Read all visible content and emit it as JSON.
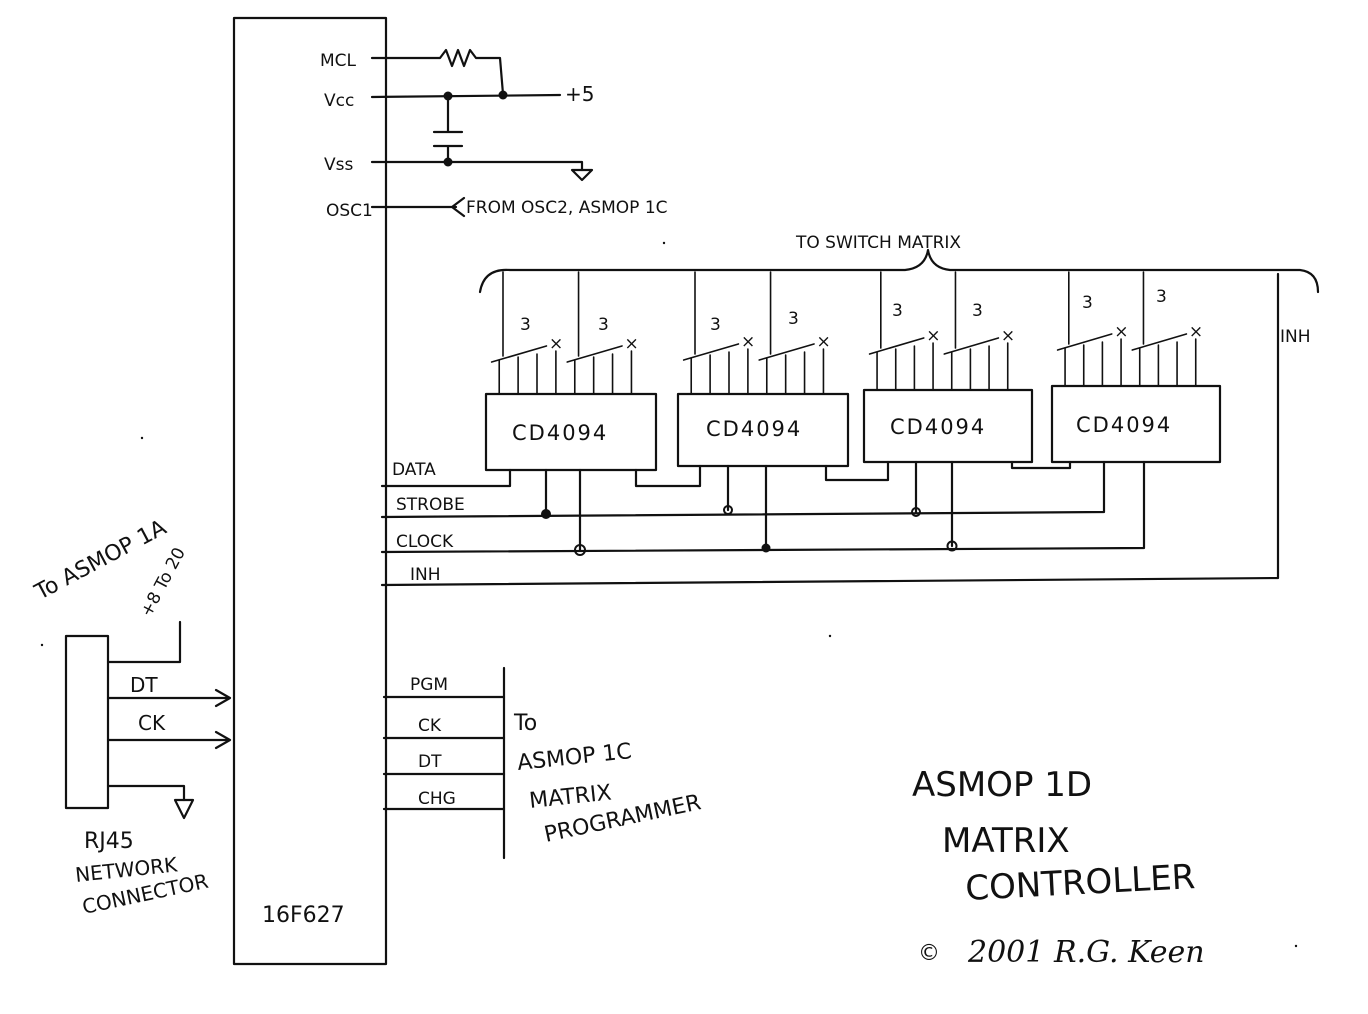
{
  "microcontroller": {
    "part": "16F627",
    "pins": {
      "mcl": "MCL",
      "vcc": "Vcc",
      "vss": "Vss",
      "osc1": "OSC1"
    }
  },
  "power": {
    "supply": "+5",
    "osc_source": "FROM OSC2, ASMOP 1C"
  },
  "switch_matrix": {
    "label": "TO SWITCH MATRIX",
    "inh_label": "INH",
    "bus_width": "3"
  },
  "shift_registers": [
    {
      "part": "CD4094"
    },
    {
      "part": "CD4094"
    },
    {
      "part": "CD4094"
    },
    {
      "part": "CD4094"
    }
  ],
  "control_lines": [
    "DATA",
    "STROBE",
    "CLOCK",
    "INH"
  ],
  "network": {
    "to_label": "To ASMOP 1A",
    "power_label": "+8 To 20",
    "lines": [
      "DT",
      "CK"
    ],
    "connector": [
      "RJ45",
      "NETWORK",
      "CONNECTOR"
    ]
  },
  "programmer": {
    "lines": [
      "PGM",
      "CK",
      "DT",
      "CHG"
    ],
    "to_label": [
      "To",
      "ASMOP 1C",
      "MATRIX",
      "PROGRAMMER"
    ]
  },
  "title": {
    "line1": "ASMOP 1D",
    "line2": "MATRIX",
    "line3": "CONTROLLER"
  },
  "copyright": {
    "symbol": "©",
    "year": "2001",
    "author": "R.G. Keen"
  }
}
